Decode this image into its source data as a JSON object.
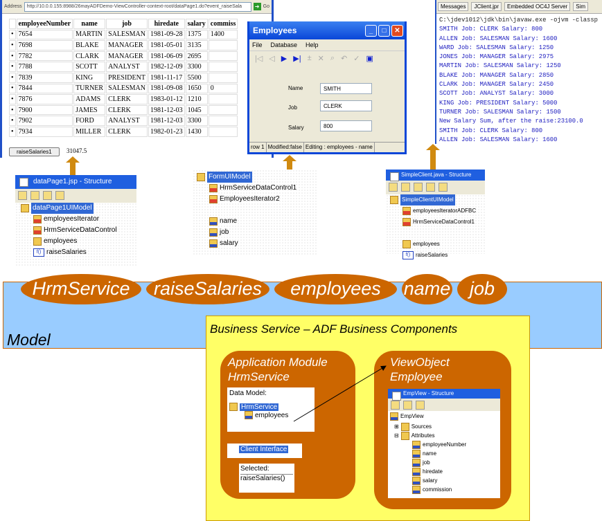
{
  "browser": {
    "address_label": "Address",
    "url": "http://10.0.0.155:8988/26mayADFDemo-ViewController-context-root/dataPage1.do?event_raiseSala",
    "go": "Go",
    "columns": [
      "employeeNumber",
      "name",
      "job",
      "hiredate",
      "salary",
      "commiss"
    ],
    "rows": [
      [
        "7654",
        "MARTIN",
        "SALESMAN",
        "1981-09-28",
        "1375",
        "1400"
      ],
      [
        "7698",
        "BLAKE",
        "MANAGER",
        "1981-05-01",
        "3135",
        ""
      ],
      [
        "7782",
        "CLARK",
        "MANAGER",
        "1981-06-09",
        "2695",
        ""
      ],
      [
        "7788",
        "SCOTT",
        "ANALYST",
        "1982-12-09",
        "3300",
        ""
      ],
      [
        "7839",
        "KING",
        "PRESIDENT",
        "1981-11-17",
        "5500",
        ""
      ],
      [
        "7844",
        "TURNER",
        "SALESMAN",
        "1981-09-08",
        "1650",
        "0"
      ],
      [
        "7876",
        "ADAMS",
        "CLERK",
        "1983-01-12",
        "1210",
        ""
      ],
      [
        "7900",
        "JAMES",
        "CLERK",
        "1981-12-03",
        "1045",
        ""
      ],
      [
        "7902",
        "FORD",
        "ANALYST",
        "1981-12-03",
        "3300",
        ""
      ],
      [
        "7934",
        "MILLER",
        "CLERK",
        "1982-01-23",
        "1430",
        ""
      ]
    ],
    "button": "raiseSalaries1",
    "sum": "31047.5"
  },
  "employees_window": {
    "title": "Employees",
    "menu": [
      "File",
      "Database",
      "Help"
    ],
    "fields": [
      {
        "label": "Name",
        "value": "SMITH"
      },
      {
        "label": "Job",
        "value": "CLERK"
      },
      {
        "label": "Salary",
        "value": "800"
      }
    ],
    "status": [
      "row 1",
      "Modified:false",
      "Editing : employees - name"
    ]
  },
  "console": {
    "tabs": [
      "Messages",
      "JClient.jpr",
      "Embedded OC4J Server",
      "Sim"
    ],
    "lines": [
      "C:\\jdev1012\\jdk\\bin\\javaw.exe -ojvm -classp",
      "SMITH Job: CLERK Salary: 800",
      "ALLEN Job: SALESMAN Salary: 1600",
      "WARD Job: SALESMAN Salary: 1250",
      "JONES Job: MANAGER Salary: 2975",
      "MARTIN Job: SALESMAN Salary: 1250",
      "BLAKE Job: MANAGER Salary: 2850",
      "CLARK Job: MANAGER Salary: 2450",
      "SCOTT Job: ANALYST Salary: 3000",
      "KING Job: PRESIDENT Salary: 5000",
      "TURNER Job: SALESMAN Salary: 1500",
      "New Salary Sum, after the raise:23100.0",
      "SMITH Job: CLERK Salary: 800",
      "ALLEN Job: SALESMAN Salary: 1600"
    ]
  },
  "struct_left": {
    "title": "dataPage1.jsp - Structure",
    "root": "dataPage1UIModel",
    "items": [
      {
        "icon": "it",
        "label": "employeesIterator"
      },
      {
        "icon": "it",
        "label": "HrmServiceDataControl"
      },
      {
        "icon": "col",
        "label": "employees"
      },
      {
        "icon": "fn",
        "label": "raiseSalaries"
      }
    ]
  },
  "struct_mid": {
    "root": "FormUIModel",
    "items": [
      {
        "icon": "it",
        "label": "HrmServiceDataControl1"
      },
      {
        "icon": "it",
        "label": "EmployeesIterator2"
      },
      {
        "icon": "gap",
        "label": ""
      },
      {
        "icon": "xyz",
        "label": "name"
      },
      {
        "icon": "xyz",
        "label": "job"
      },
      {
        "icon": "xyz",
        "label": "salary"
      }
    ]
  },
  "struct_right": {
    "title": "SimpleClient.java - Structure",
    "root": "SimpleClientUIModel",
    "items": [
      {
        "icon": "it",
        "label": "employeesIteratorADFBC"
      },
      {
        "icon": "it",
        "label": "HrmServiceDataControl1"
      },
      {
        "icon": "gap",
        "label": ""
      },
      {
        "icon": "col",
        "label": "employees"
      },
      {
        "icon": "fn",
        "label": "raiseSalaries"
      }
    ]
  },
  "model": {
    "label": "Model",
    "ovals": [
      "HrmService",
      "raiseSalaries",
      "employees",
      "name",
      "job"
    ]
  },
  "business_service": {
    "label": "Business Service – ADF Business Components",
    "app_module": {
      "title1": "Application Module",
      "title2": "HrmService",
      "data_model_label": "Data Model:",
      "root": "HrmService",
      "child": "employees",
      "client_interface": "Client Interface",
      "selected_label": "Selected:",
      "selected_value": "raiseSalaries()"
    },
    "view_object": {
      "title1": "ViewObject",
      "title2": "Employee",
      "panel_title": "EmpView - Structure",
      "root": "EmpView",
      "folders": [
        "Sources",
        "Attributes"
      ],
      "attributes": [
        "employeeNumber",
        "name",
        "job",
        "hiredate",
        "salary",
        "commission"
      ]
    }
  },
  "colors": {
    "oval": "#cc6600",
    "model": "#99ccff",
    "business": "#ffff66",
    "arrow": "#d08a10"
  }
}
